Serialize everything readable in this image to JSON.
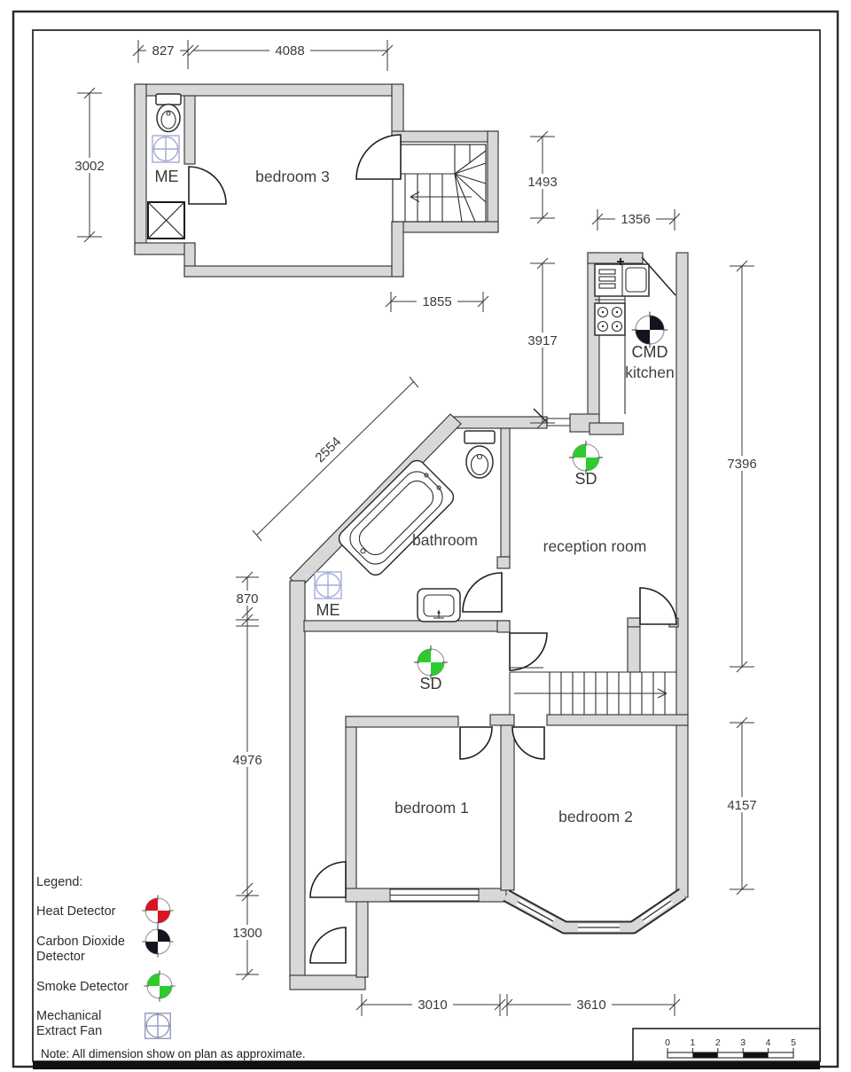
{
  "rooms": {
    "bedroom3": "bedroom 3",
    "bathroom": "bathroom",
    "kitchen": "kitchen",
    "reception": "reception room",
    "bedroom1": "bedroom 1",
    "bedroom2": "bedroom 2"
  },
  "markers": {
    "me_upper": "ME",
    "me_bathroom": "ME",
    "cmd": "CMD",
    "sd_reception": "SD",
    "sd_hall": "SD"
  },
  "dimensions": {
    "me_width": "827",
    "bedroom3_width": "4088",
    "upper_left_height": "3002",
    "stair_height": "1493",
    "kitchen_width": "1356",
    "stair_width": "1855",
    "kitchen_height": "3917",
    "right_upper_height": "7396",
    "diagonal_wall": "2554",
    "hall_height": "870",
    "left_mid_height": "4976",
    "entrance_height": "1300",
    "bedroom2_height": "4157",
    "bedroom1_width": "3010",
    "bedroom2_width": "3610"
  },
  "legend": {
    "title": "Legend:",
    "items": [
      {
        "name": "heat-detector",
        "label1": "Heat Detector",
        "label2": ""
      },
      {
        "name": "carbon-dioxide-detector",
        "label1": "Carbon Dioxide",
        "label2": "Detector"
      },
      {
        "name": "smoke-detector",
        "label1": "Smoke Detector",
        "label2": ""
      },
      {
        "name": "mechanical-extract-fan",
        "label1": "Mechanical",
        "label2": "Extract Fan"
      }
    ]
  },
  "note": "Note: All dimension show on plan as approximate.",
  "scale_bar": {
    "ticks": [
      "0",
      "1",
      "2",
      "3",
      "4",
      "5"
    ]
  },
  "colors": {
    "wall_fill": "#d8d8d8",
    "line": "#2e2e2e",
    "heat": "#d81425",
    "carbon_dioxide": "#14141e",
    "smoke": "#2ecb2e",
    "fan_plan": "#a6abd6",
    "fan_legend": "#8e94b8"
  }
}
